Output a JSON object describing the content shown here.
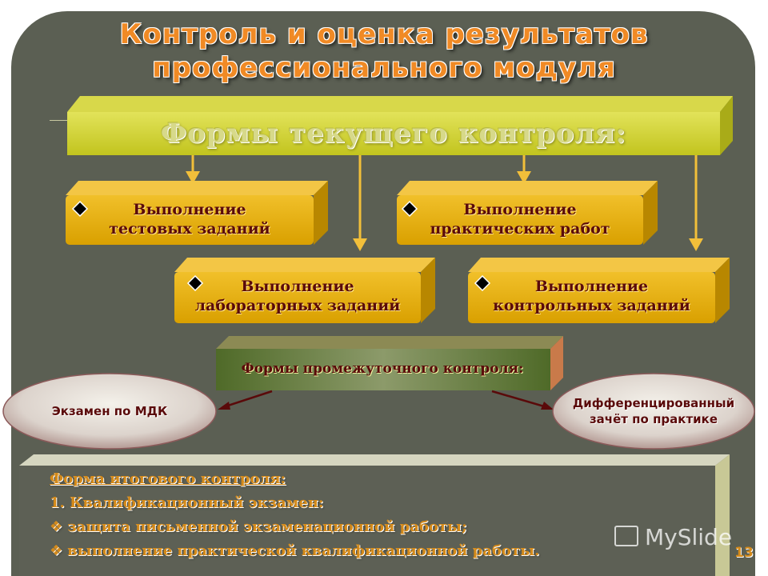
{
  "slide": {
    "title_line1": "Контроль и оценка результатов",
    "title_line2": "профессионального модуля",
    "page_number": "13",
    "watermark": "MySlide"
  },
  "current_control": {
    "header": "Формы текущего контроля:",
    "items": [
      {
        "line1": "Выполнение",
        "line2": "тестовых заданий"
      },
      {
        "line1": "Выполнение",
        "line2": "практических работ"
      },
      {
        "line1": "Выполнение",
        "line2": "лабораторных заданий"
      },
      {
        "line1": "Выполнение",
        "line2": "контрольных заданий"
      }
    ]
  },
  "intermediate_control": {
    "header": "Формы промежуточного контроля:",
    "left_oval": "Экзамен по МДК",
    "right_oval_line1": "Дифференцированный",
    "right_oval_line2": "зачёт по практике"
  },
  "final_control": {
    "header": "Форма итогового контроля:",
    "line1": "1. Квалификационный экзамен:",
    "bullet1": "защита письменной экзаменационной работы;",
    "bullet2": "выполнение практической  квалификационной работы.",
    "bullet_symbol": "❖"
  },
  "colors": {
    "background": "#5b5f53",
    "banner": "#c8c832",
    "box": "#e1a806",
    "title": "#f08a25",
    "text_dark_red": "#5a0a0a"
  }
}
